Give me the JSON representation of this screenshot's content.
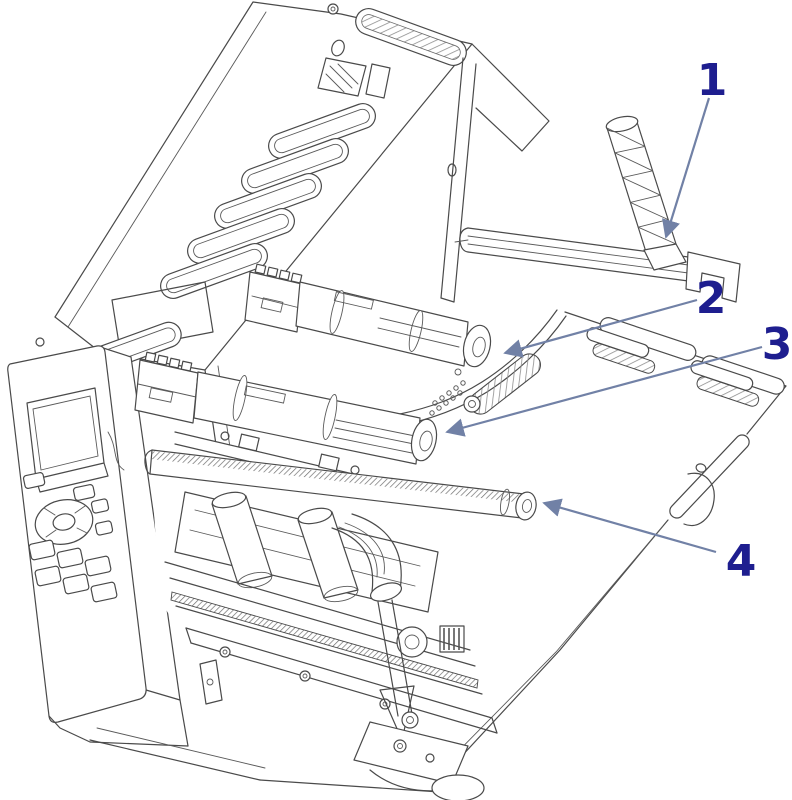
{
  "figure": {
    "background_color": "#ffffff",
    "line_color": "#4a4a4a",
    "callout_color": "#1e1e8f",
    "leader_color": "#7181a6",
    "callouts": [
      {
        "label": "1"
      },
      {
        "label": "2"
      },
      {
        "label": "3"
      },
      {
        "label": "4"
      }
    ]
  }
}
